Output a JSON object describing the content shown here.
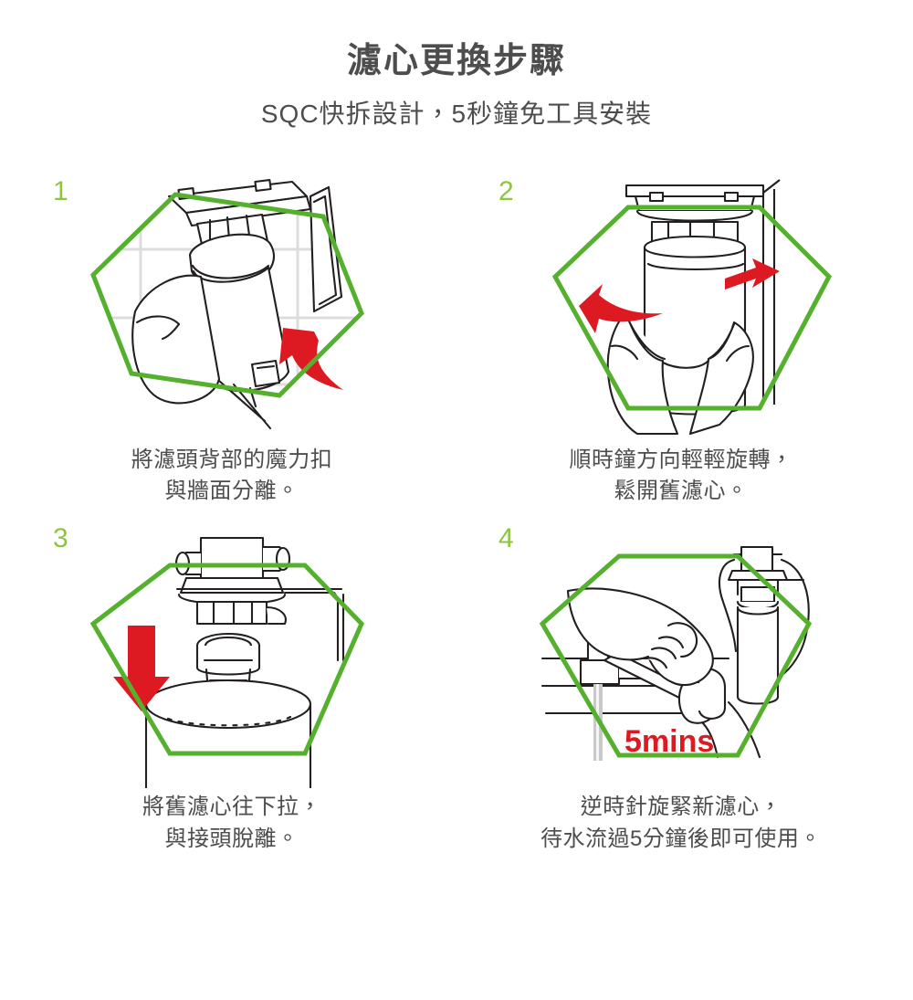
{
  "header": {
    "title": "濾心更換步驟",
    "subtitle": "SQC快拆設計，5秒鐘免工具安裝"
  },
  "colors": {
    "hex_border_green": "#55b02e",
    "step_number_green": "#8cc63e",
    "arrow_red": "#dd1a22",
    "line_art": "#231f20",
    "grid_gray": "#dcdcdc",
    "text_gray": "#4d4d4d"
  },
  "steps": [
    {
      "number": "1",
      "caption": "將濾頭背部的魔力扣\n與牆面分離。",
      "illustration": "hand-detaching-filter-head-from-wall",
      "arrows": [
        "red-curved-arrow-up-left"
      ],
      "overlay_label": ""
    },
    {
      "number": "2",
      "caption": "順時鐘方向輕輕旋轉，\n鬆開舊濾心。",
      "illustration": "two-hands-twisting-filter-cartridge",
      "arrows": [
        "red-curved-arrow-up-left",
        "red-arrow-right"
      ],
      "overlay_label": ""
    },
    {
      "number": "3",
      "caption": "將舊濾心往下拉，\n與接頭脫離。",
      "illustration": "filter-cartridge-pulled-down-from-manifold",
      "arrows": [
        "red-straight-arrow-down"
      ],
      "overlay_label": ""
    },
    {
      "number": "4",
      "caption": "逆時針旋緊新濾心，\n待水流過5分鐘後即可使用。",
      "illustration": "hand-opening-faucet-water-running-new-filter",
      "arrows": [],
      "overlay_label": "5mins"
    }
  ]
}
